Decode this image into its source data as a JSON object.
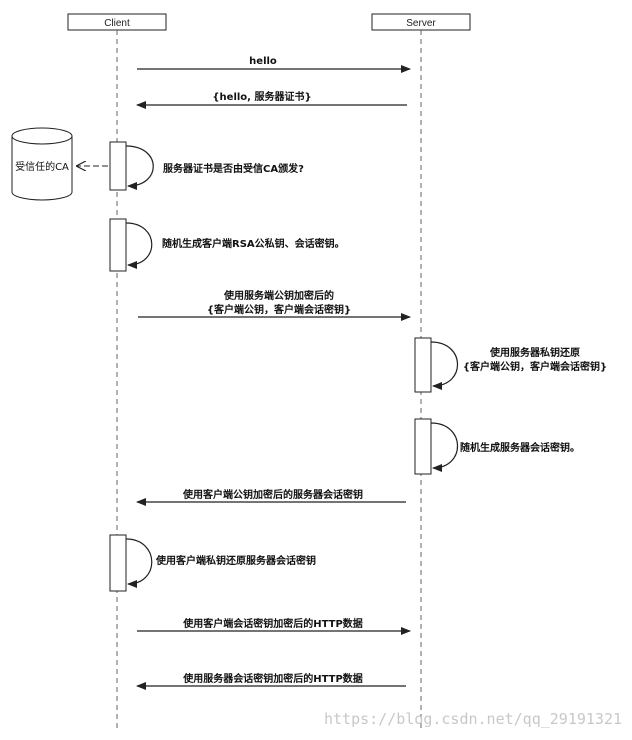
{
  "participants": {
    "client": "Client",
    "server": "Server"
  },
  "external": {
    "trusted_ca": "受信任的CA"
  },
  "messages": {
    "m1": "hello",
    "m2": "{hello, 服务器证书}",
    "s1": "服务器证书是否由受信CA颁发?",
    "s2": "随机生成客户端RSA公私钥、会话密钥。",
    "m3_line1": "使用服务端公钥加密后的",
    "m3_line2": "{客户端公钥，客户端会话密钥}",
    "s3_line1": "使用服务器私钥还原",
    "s3_line2": "{客户端公钥，客户端会话密钥}",
    "s4": "随机生成服务器会话密钥。",
    "m4": "使用客户端公钥加密后的服务器会话密钥",
    "s5": "使用客户端私钥还原服务器会话密钥",
    "m5": "使用客户端会话密钥加密后的HTTP数据",
    "m6": "使用服务器会话密钥加密后的HTTP数据"
  },
  "watermark": "https://blog.csdn.net/qq_29191321",
  "colors": {
    "line": "#222222",
    "lifeline": "#666666",
    "box_fill": "#ffffff",
    "text": "#111111",
    "watermark": "#c8c8c8"
  }
}
